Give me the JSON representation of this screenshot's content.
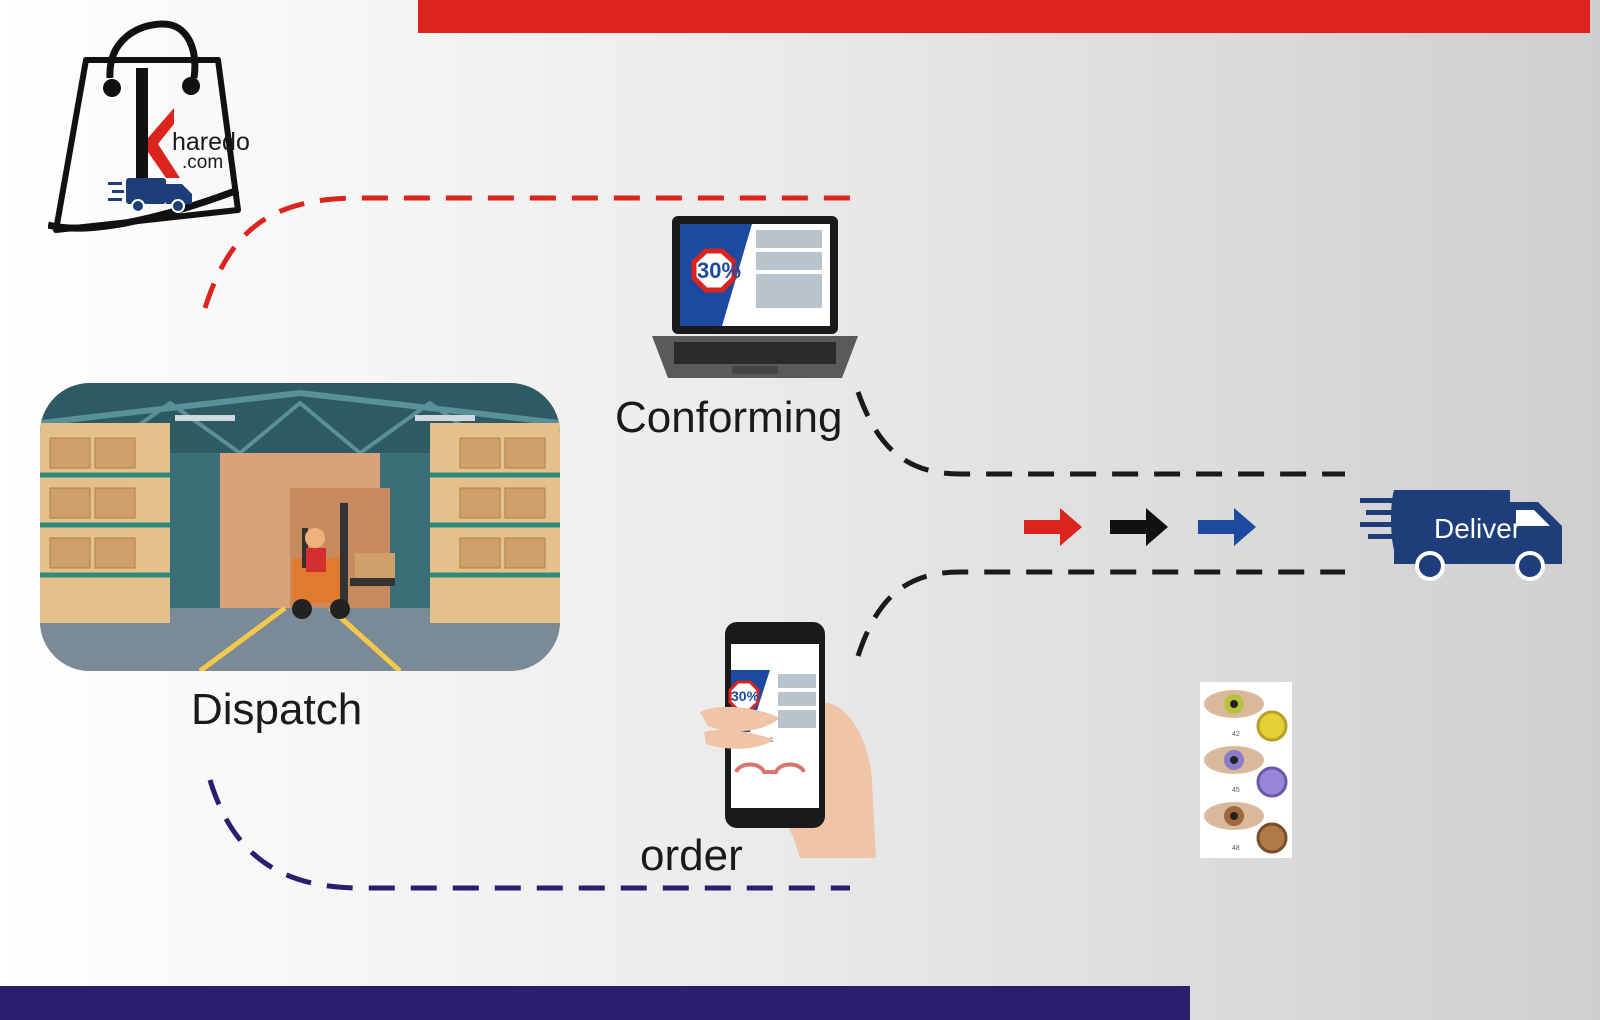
{
  "brand": {
    "name": "haredo",
    "domain": ".com",
    "initial": "k"
  },
  "steps": {
    "conforming": "Conforming",
    "dispatch": "Dispatch",
    "order": "order",
    "deliver": "Deliver"
  },
  "laptop_screen": {
    "discount": "30%"
  },
  "phone_screen": {
    "discount": "30%",
    "caption": "Collections"
  },
  "lens_card": {
    "codes": [
      "42",
      "45",
      "48"
    ]
  },
  "colors": {
    "red": "#dc241f",
    "navy": "#2a1f6e",
    "truck_blue": "#1d3e7a",
    "arrow_blue": "#1d4aa0",
    "dash_black": "#1a1a1a"
  }
}
